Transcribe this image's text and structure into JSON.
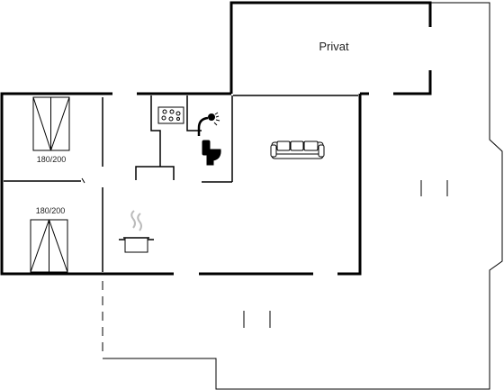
{
  "labels": {
    "private_area": "Privat",
    "bed_top": "180/200",
    "bed_bottom": "180/200"
  },
  "icons": {
    "bed_top": "bed-icon",
    "bed_bottom": "bed-icon",
    "stove": "stove-icon",
    "shower": "shower-icon",
    "toilet": "toilet-icon",
    "sofa": "sofa-icon",
    "cooking_pot": "cooking-pot-icon"
  },
  "colors": {
    "wall": "#000000",
    "line": "#111111",
    "background": "#ffffff"
  }
}
